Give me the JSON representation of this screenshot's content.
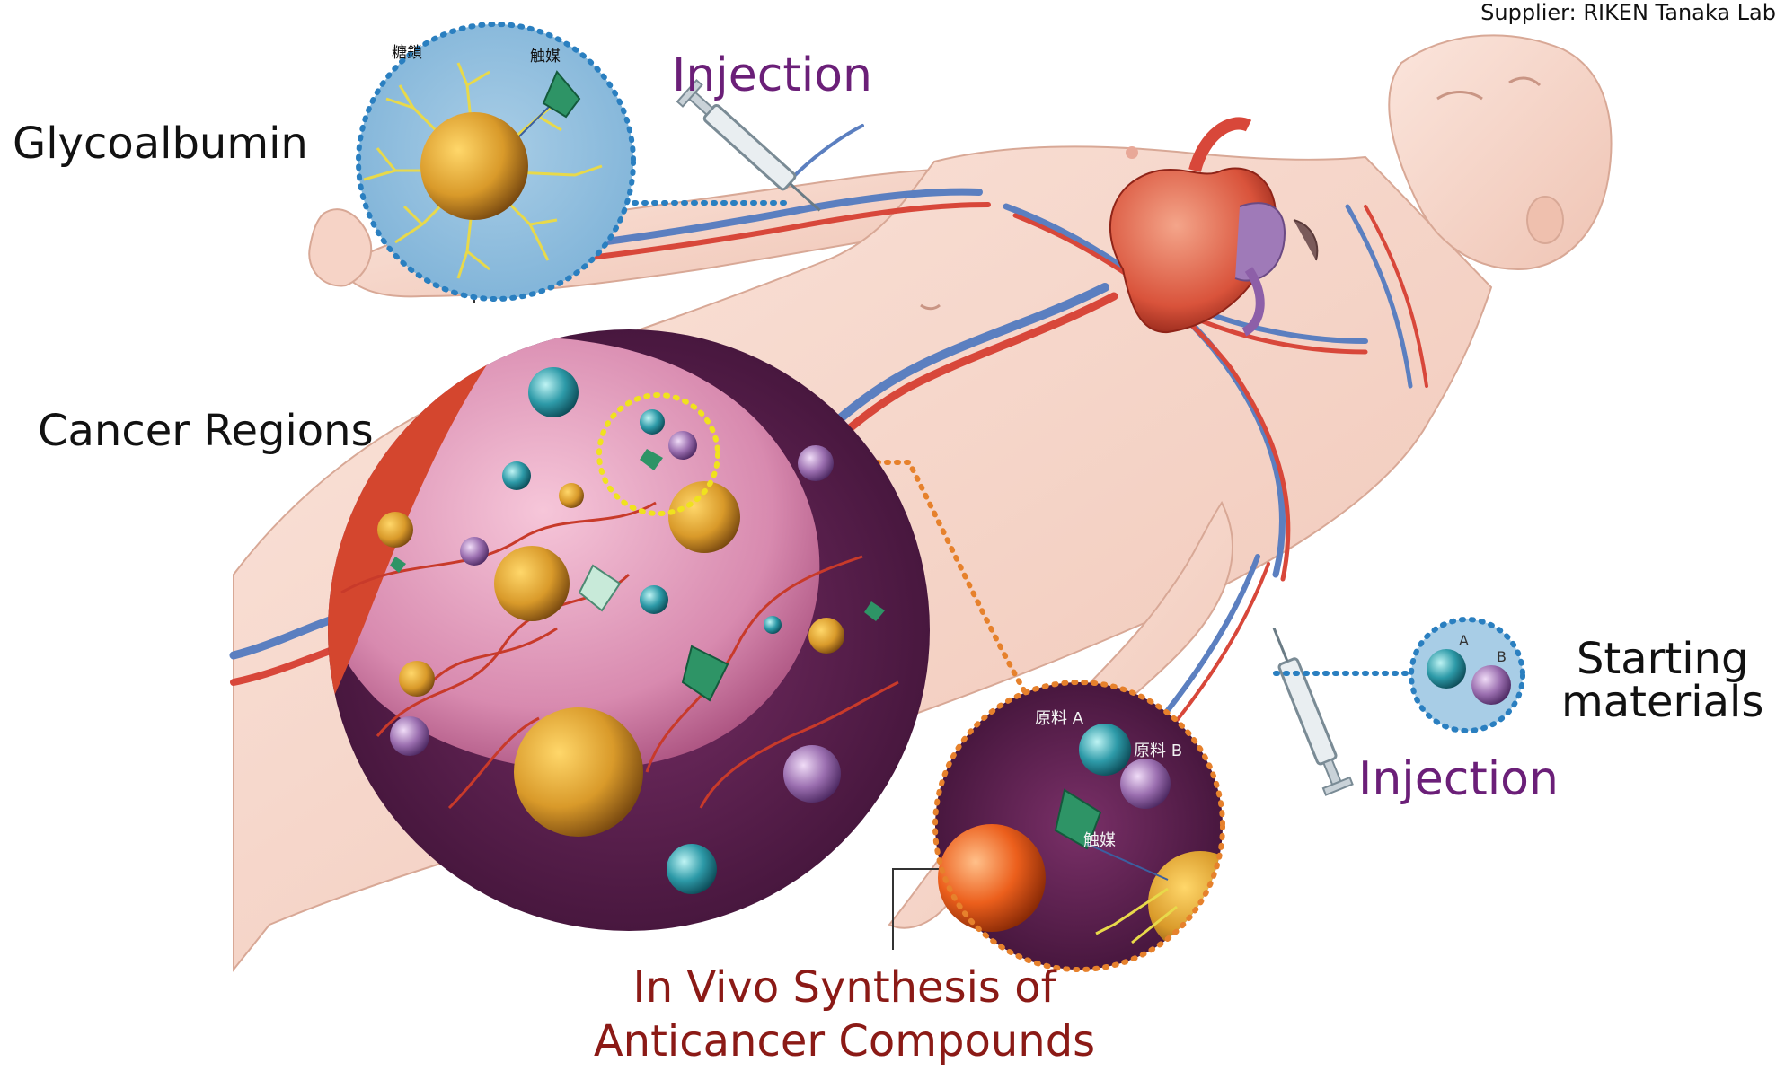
{
  "credit": "Supplier: RIKEN Tanaka Lab",
  "labels": {
    "glycoalbumin": "Glycoalbumin",
    "injection_top": "Injection",
    "cancer_regions": "Cancer Regions",
    "starting_materials_line1": "Starting",
    "starting_materials_line2": "materials",
    "injection_bottom": "Injection",
    "in_vivo_line1": "In Vivo Synthesis of",
    "in_vivo_line2": "Anticancer Compounds"
  },
  "inset_tags": {
    "sugar_chain": "糖鎖",
    "catalyst_top": "触媒",
    "material_a": "原料 A",
    "material_b": "原料 B",
    "catalyst_bottom": "触媒",
    "a": "A",
    "b": "B"
  },
  "colors": {
    "injection_text": "#6b1f78",
    "synthesis_text": "#8b1a16",
    "blue_dotted_line": "#2a7fc0",
    "yellow_dotted_circle": "#f0e21e",
    "orange_dotted_line": "#e6812c",
    "skin": "#f7d9ce",
    "tumor_background": "#5a1f4f",
    "nanoparticle_gold": "#d99a2a",
    "teal_sphere": "#2d9aa8",
    "purple_sphere": "#9b6fb0",
    "catalyst_green": "#2e9466"
  },
  "icons": [
    "syringe-icon",
    "heart-icon",
    "gold-nanoparticle-icon",
    "catalyst-crystal-icon"
  ]
}
